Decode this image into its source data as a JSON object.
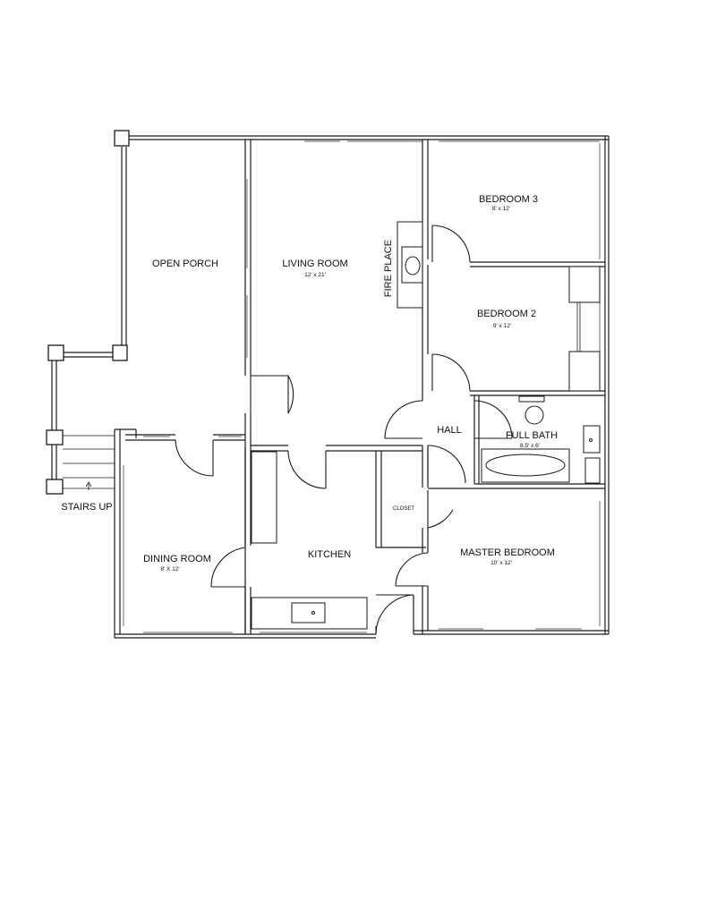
{
  "rooms": {
    "open_porch": {
      "name": "OPEN PORCH"
    },
    "living_room": {
      "name": "LIVING ROOM",
      "size": "12' x 21'"
    },
    "fire_place": {
      "name": "FIRE PLACE"
    },
    "bedroom_3": {
      "name": "BEDROOM 3",
      "size": "8' x 12'"
    },
    "bedroom_2": {
      "name": "BEDROOM 2",
      "size": "9' x 12'"
    },
    "hall": {
      "name": "HALL"
    },
    "full_bath": {
      "name": "FULL BATH",
      "size": "8.5' x 6'"
    },
    "closet": {
      "name": "CLOSET"
    },
    "kitchen": {
      "name": "KITCHEN"
    },
    "dining_room": {
      "name": "DINING ROOM",
      "size": "8' X 12'"
    },
    "master_bedroom": {
      "name": "MASTER BEDROOM",
      "size": "10' x 12'"
    }
  },
  "stairs": {
    "label": "STAIRS UP"
  }
}
